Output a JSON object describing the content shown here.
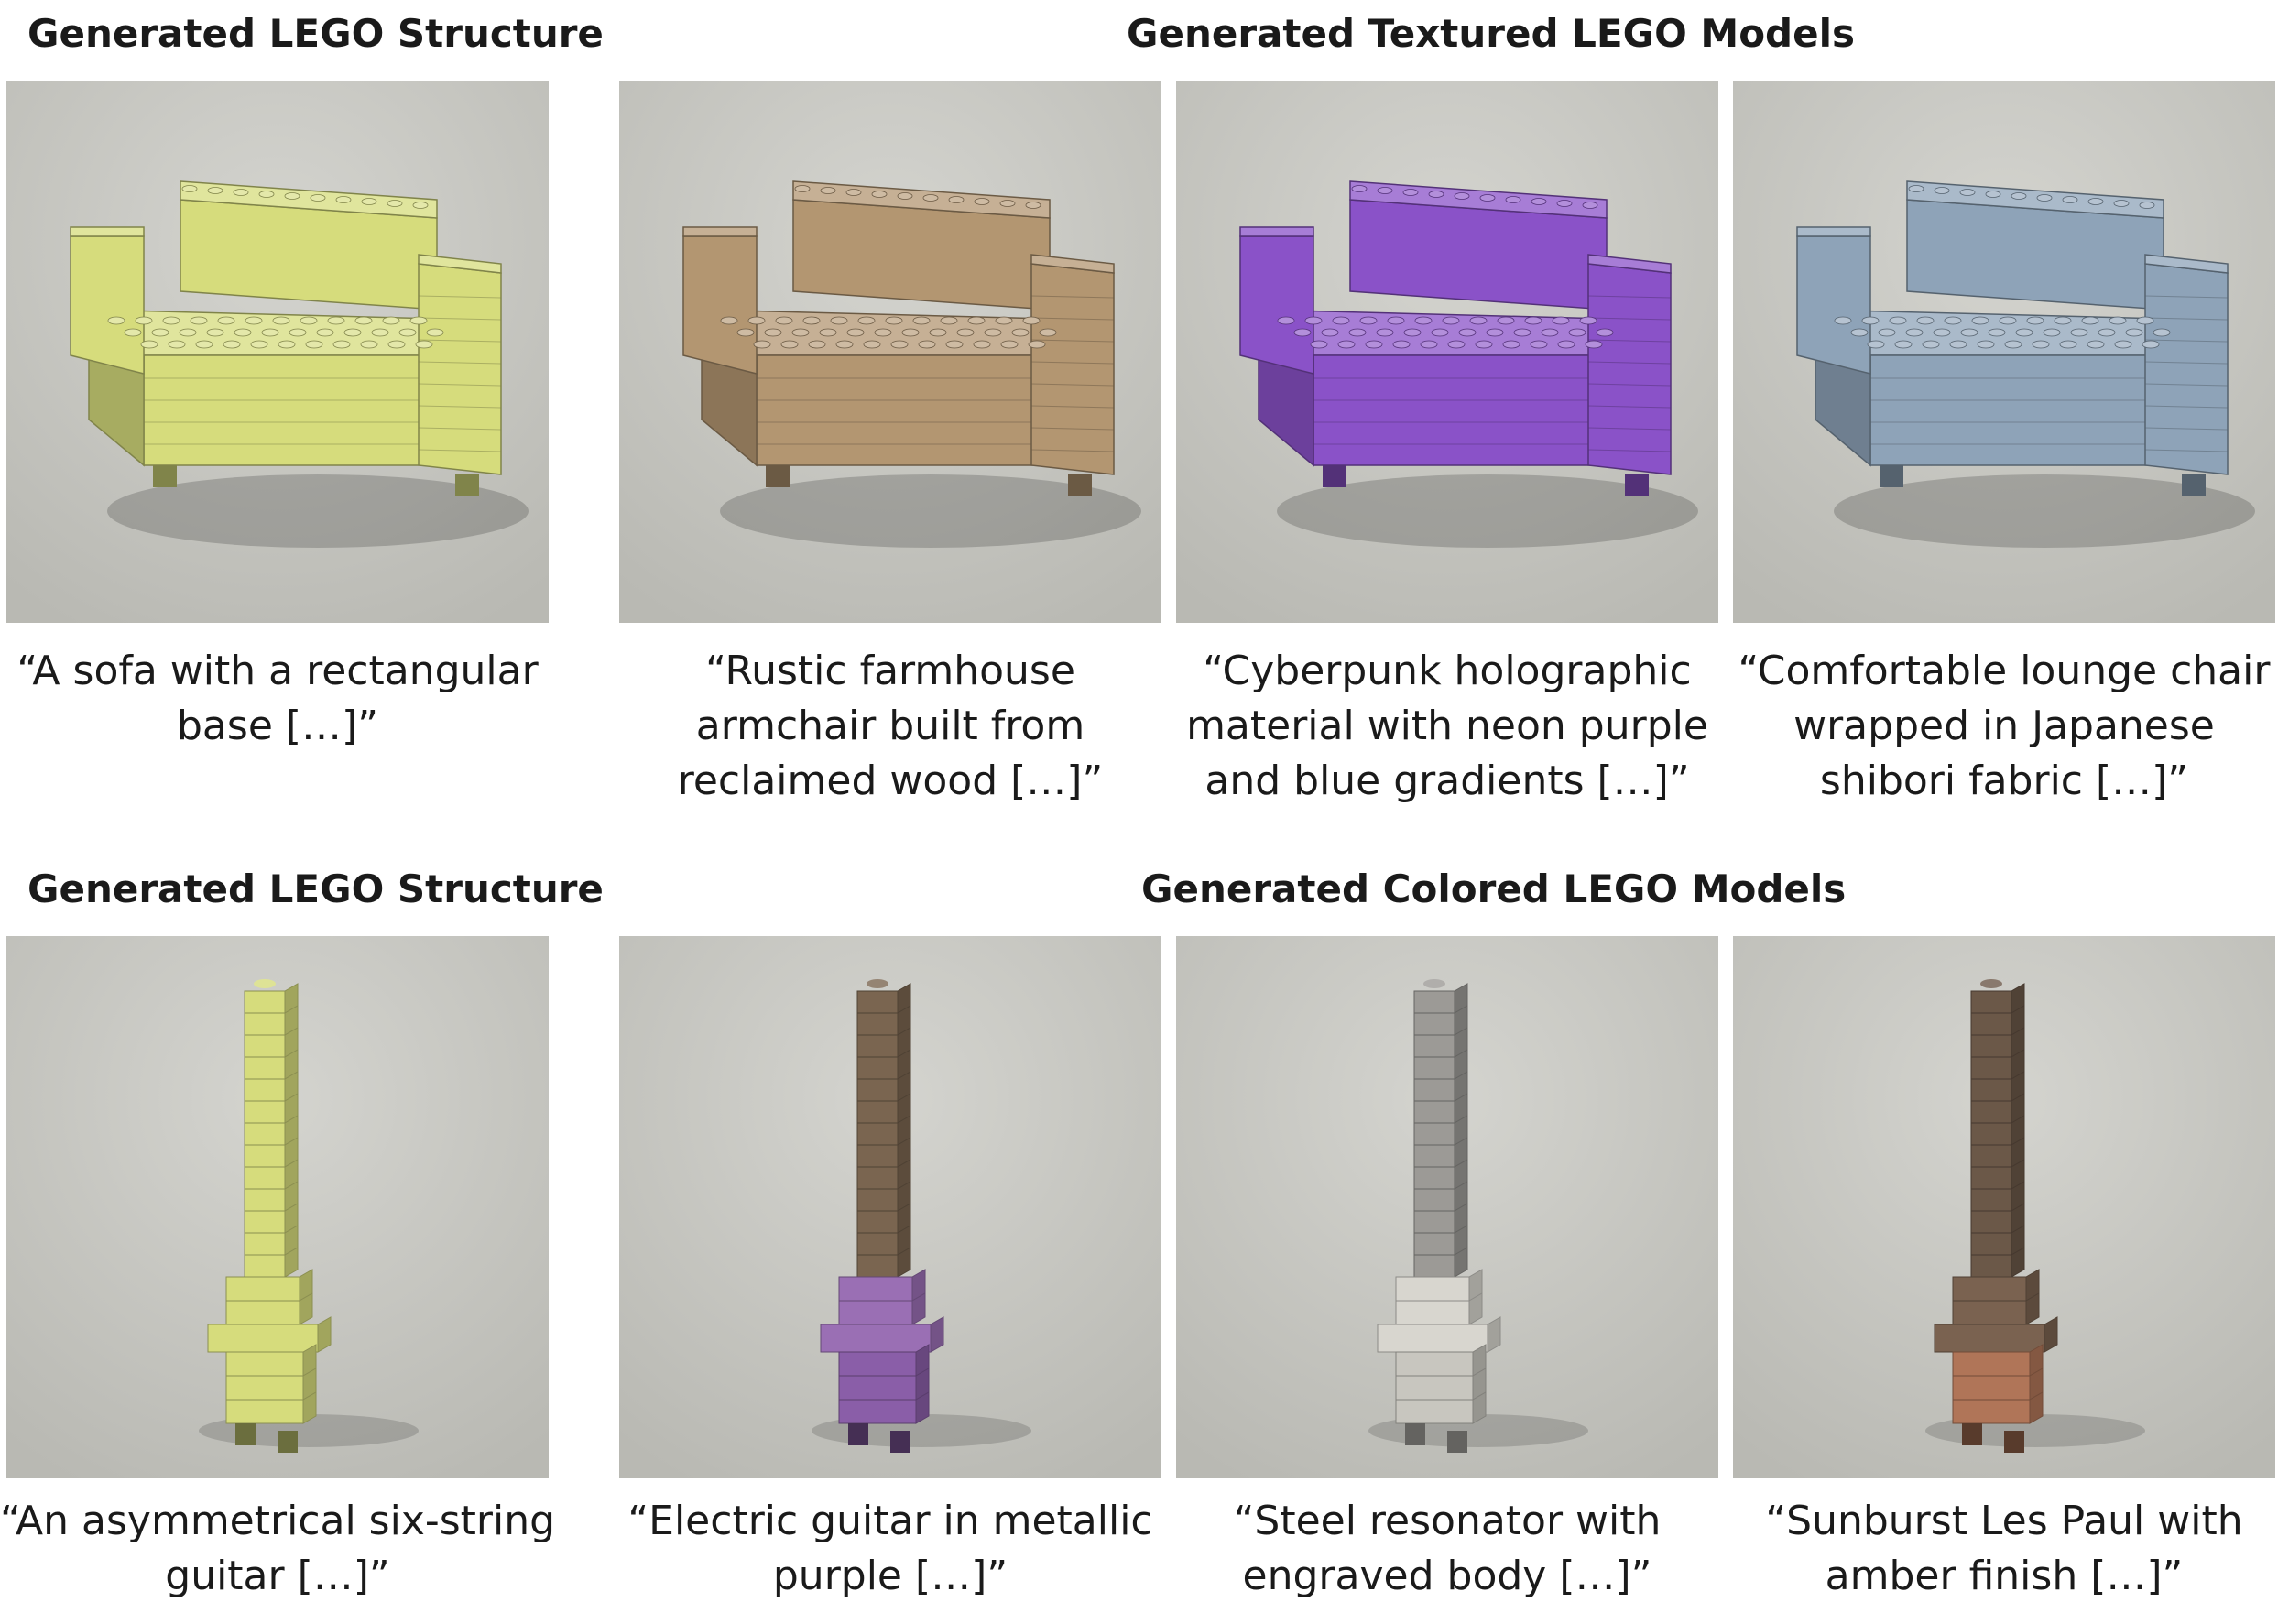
{
  "rows": [
    {
      "left_header": "Generated LEGO Structure",
      "right_header": "Generated Textured LEGO Models",
      "panels": [
        {
          "caption_lines": [
            "“A sofa with a rectangular",
            "base […]”"
          ],
          "color": "#d6dc7c"
        },
        {
          "caption_lines": [
            "“Rustic farmhouse",
            "armchair built from",
            "reclaimed wood […]”"
          ],
          "color": "#b39671"
        },
        {
          "caption_lines": [
            "“Cyberpunk holographic",
            "material with neon purple",
            "and blue gradients […]”"
          ],
          "color": "#8a52c8"
        },
        {
          "caption_lines": [
            "“Comfortable lounge chair",
            "wrapped in Japanese",
            "shibori fabric […]”"
          ],
          "color": "#8ea3b8"
        }
      ]
    },
    {
      "left_header": "Generated LEGO Structure",
      "right_header": "Generated Colored LEGO Models",
      "panels": [
        {
          "caption_lines": [
            "“An asymmetrical six-string",
            "guitar […]”"
          ],
          "colors": [
            "#d6dc7c",
            "#d6dc7c",
            "#d6dc7c"
          ]
        },
        {
          "caption_lines": [
            "“Electric guitar in metallic",
            "purple […]”"
          ],
          "colors": [
            "#7a6550",
            "#9a6fb4",
            "#8a5ea8"
          ]
        },
        {
          "caption_lines": [
            "“Steel resonator with",
            "engraved body […]”"
          ],
          "colors": [
            "#9c9a96",
            "#d8d6cf",
            "#c8c6bf"
          ]
        },
        {
          "caption_lines": [
            "“Sunburst Les Paul with",
            "amber finish […]”"
          ],
          "colors": [
            "#6b5848",
            "#7a6250",
            "#b07558"
          ]
        }
      ]
    }
  ]
}
